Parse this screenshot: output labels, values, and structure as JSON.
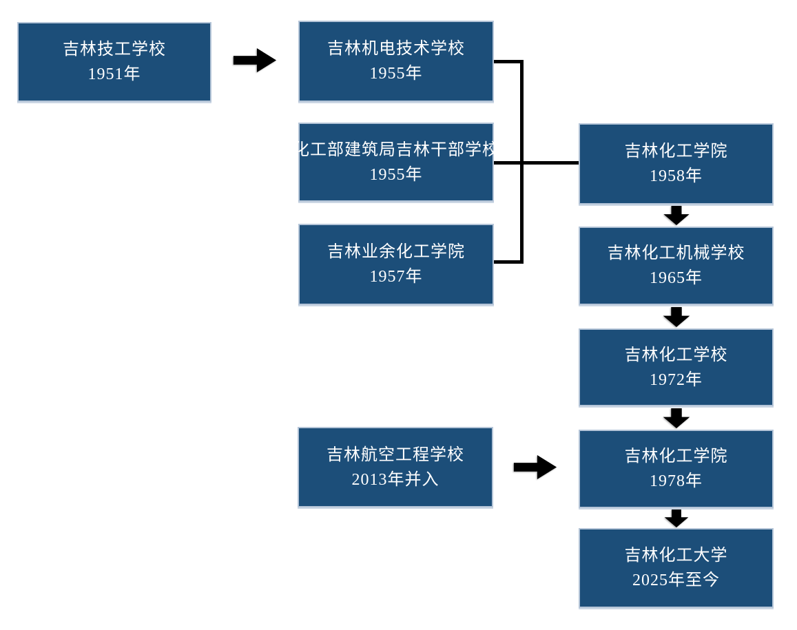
{
  "flowchart": {
    "description": "History / merger flowchart of Jilin chemical-industry schools",
    "colors": {
      "background": "#ffffff",
      "node_fill": "#1c4e79",
      "node_border": "#b5c5d8",
      "node_text": "#ffffff",
      "connector": "#000000"
    },
    "icons": {
      "merge_arrow": "right-block-arrow",
      "succession_arrow": "down-block-arrow"
    },
    "nodes": [
      {
        "id": "tech-1951",
        "name": "吉林技工学校",
        "year": "1951年"
      },
      {
        "id": "mech-elec-1955",
        "name": "吉林机电技术学校",
        "year": "1955年"
      },
      {
        "id": "cadre-1955",
        "name": "化工部建筑局吉林干部学校",
        "year": "1955年"
      },
      {
        "id": "amateur-1957",
        "name": "吉林业余化工学院",
        "year": "1957年"
      },
      {
        "id": "institute-1958",
        "name": "吉林化工学院",
        "year": "1958年"
      },
      {
        "id": "machinery-1965",
        "name": "吉林化工机械学校",
        "year": "1965年"
      },
      {
        "id": "school-1972",
        "name": "吉林化工学校",
        "year": "1972年"
      },
      {
        "id": "institute-1978",
        "name": "吉林化工学院",
        "year": "1978年"
      },
      {
        "id": "university-2025",
        "name": "吉林化工大学",
        "year": "2025年至今"
      },
      {
        "id": "aviation-2013",
        "name": "吉林航空工程学校",
        "year": "2013年并入"
      }
    ],
    "edges": [
      {
        "from": "tech-1951",
        "to": "mech-elec-1955",
        "type": "right-arrow"
      },
      {
        "from": "mech-elec-1955",
        "to": "institute-1958",
        "type": "merge-line"
      },
      {
        "from": "cadre-1955",
        "to": "institute-1958",
        "type": "merge-line"
      },
      {
        "from": "amateur-1957",
        "to": "institute-1958",
        "type": "merge-line"
      },
      {
        "from": "institute-1958",
        "to": "machinery-1965",
        "type": "down-arrow"
      },
      {
        "from": "machinery-1965",
        "to": "school-1972",
        "type": "down-arrow"
      },
      {
        "from": "school-1972",
        "to": "institute-1978",
        "type": "down-arrow"
      },
      {
        "from": "aviation-2013",
        "to": "institute-1978",
        "type": "right-arrow"
      },
      {
        "from": "institute-1978",
        "to": "university-2025",
        "type": "down-arrow"
      }
    ]
  }
}
